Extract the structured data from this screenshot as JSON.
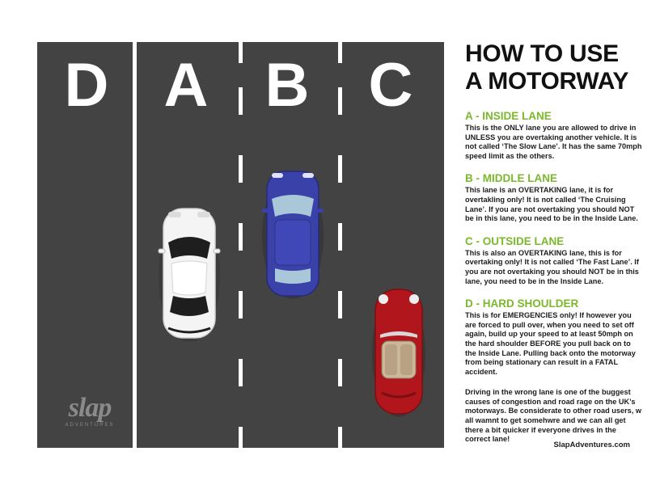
{
  "road": {
    "lanes": [
      {
        "letter": "D",
        "name": "Hard Shoulder"
      },
      {
        "letter": "A",
        "name": "Inside Lane"
      },
      {
        "letter": "B",
        "name": "Middle Lane"
      },
      {
        "letter": "C",
        "name": "Outside Lane"
      }
    ],
    "surface_color": "#434343",
    "line_color": "#ffffff",
    "cars": [
      {
        "name": "white-car",
        "color": "#ffffff",
        "lane": "A"
      },
      {
        "name": "blue-car",
        "color": "#3a41a8",
        "lane": "B"
      },
      {
        "name": "red-convertible",
        "color": "#b0161c",
        "lane": "C"
      }
    ],
    "logo": {
      "word": "slap",
      "sub": "ADVENTURES"
    }
  },
  "panel": {
    "title_line1": "HOW TO USE",
    "title_line2": "A MOTORWAY",
    "accent_color": "#7bb82c",
    "sections": [
      {
        "title": "A - INSIDE LANE",
        "body": "This is the ONLY lane you are allowed to drive in UNLESS you are overtaking another vehicle.  It is not called ‘The Slow Lane’.  It has the same 70mph speed limit as the others."
      },
      {
        "title": "B - MIDDLE LANE",
        "body": "This lane is an OVERTAKING lane, it is for overtakling only!  It is not called ‘The Cruising Lane’.  If you are not overtaking you should NOT be in this lane, you need to be in the Inside Lane."
      },
      {
        "title": "C - OUTSIDE LANE",
        "body": "This is also an OVERTAKING lane, this is for overtaking only!  It is not called ‘The Fast Lane’.  If you are not overtaking you should NOT be in this lane, you need to be in the Inside Lane."
      },
      {
        "title": "D - HARD SHOULDER",
        "body": "This is for EMERGENCIES only!  If however you are forced to pull over, when you need to set off again, build up your speed to at least 50mph on the hard shoulder BEFORE you pull back on to the Inside Lane.  Pulling back onto the motorway from being stationary can result in a FATAL accident."
      }
    ],
    "closing": "Driving in the wrong lane is one of the buggest causes of congestion and road rage on the UK’s motorways.  Be considerate to other road users, w all wamnt to get somehwre and we can all get there a bit quicker if everyone drives in the correct lane!",
    "website": "SlapAdventures.com"
  }
}
